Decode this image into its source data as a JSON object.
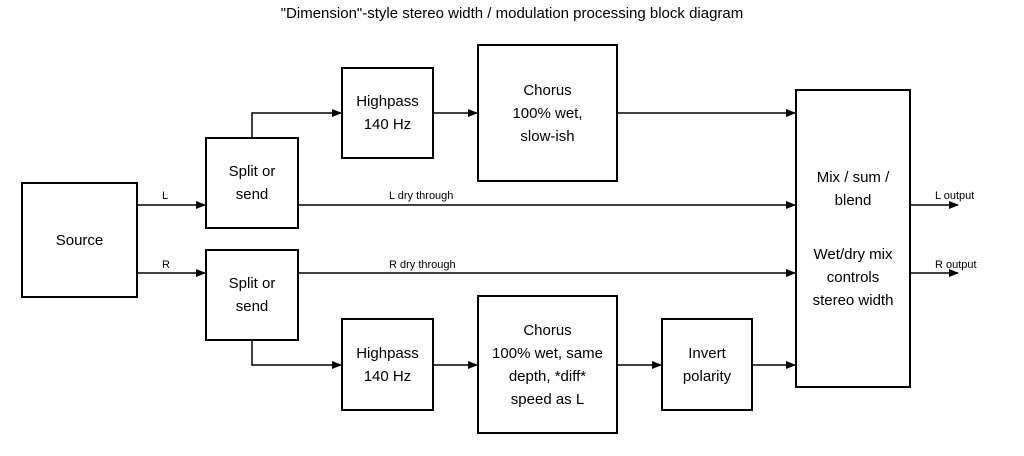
{
  "title": "\"Dimension\"-style stereo width / modulation processing block diagram",
  "blocks": {
    "source": {
      "lines": [
        "Source"
      ]
    },
    "split_l": {
      "lines": [
        "Split or",
        "send"
      ]
    },
    "split_r": {
      "lines": [
        "Split or",
        "send"
      ]
    },
    "highpass_l": {
      "lines": [
        "Highpass",
        "140 Hz"
      ]
    },
    "highpass_r": {
      "lines": [
        "Highpass",
        "140 Hz"
      ]
    },
    "chorus_l": {
      "lines": [
        "Chorus",
        "100% wet,",
        "slow-ish"
      ]
    },
    "chorus_r": {
      "lines": [
        "Chorus",
        "100% wet, same",
        "depth, *diff*",
        "speed as L"
      ]
    },
    "invert": {
      "lines": [
        "Invert",
        "polarity"
      ]
    },
    "mix": {
      "lines_top": [
        "Mix / sum /",
        "blend"
      ],
      "lines_bottom": [
        "Wet/dry mix",
        "controls",
        "stereo width"
      ]
    }
  },
  "signals": {
    "left": "L",
    "right": "R",
    "l_dry": "L dry through",
    "r_dry": "R dry through",
    "l_out": "L output",
    "r_out": "R output"
  }
}
